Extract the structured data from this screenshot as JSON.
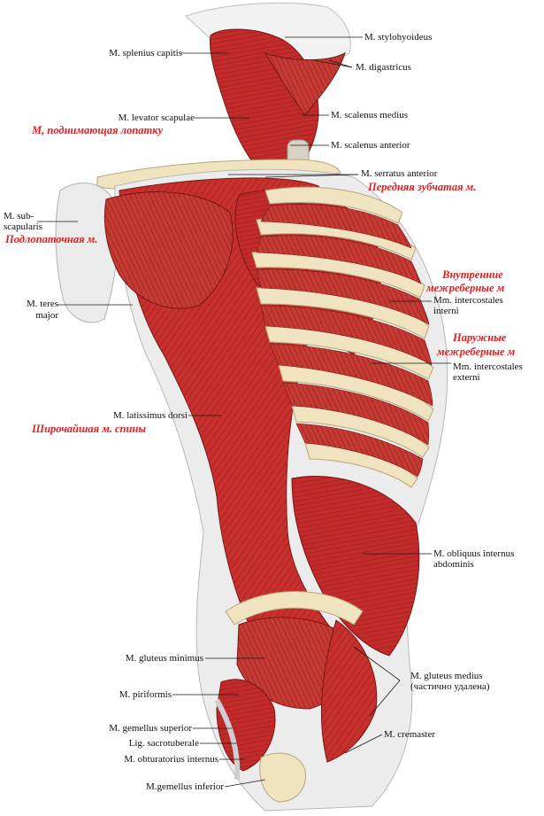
{
  "labels": {
    "stylohyoideus": "M. stylohyoideus",
    "splenius_capitis": "M. splenius capitis",
    "digastricus": "M. digastricus",
    "levator_scapulae": "M. levator scapulae",
    "scalenus_medius": "M. scalenus medius",
    "scalenus_anterior": "M. scalenus anterior",
    "serratus_anterior": "M. serratus anterior",
    "subscapularis_1": "M. sub-",
    "subscapularis_2": "scapularis",
    "teres_major_1": "M. teres",
    "teres_major_2": "major",
    "intercostales_interni_1": "Mm. intercostales",
    "intercostales_interni_2": "interni",
    "intercostales_externi_1": "Mm. intercostales",
    "intercostales_externi_2": "externi",
    "latissimus_dorsi": "M. latissimus dorsi",
    "obliquus_internus_1": "M. obliquus internus",
    "obliquus_internus_2": "abdominis",
    "gluteus_minimus": "M. gluteus minimus",
    "piriformis": "M. piriformis",
    "gluteus_medius_1": "M. gluteus medius",
    "gluteus_medius_2": "(частично удалена)",
    "gemellus_superior": "M. gemellus superior",
    "sacrotuberale": "Lig. sacrotuberale",
    "obturatorius_internus": "M. obturatorius internus",
    "cremaster": "M. cremaster",
    "gemellus_inferior": "M.gemellus inferior"
  },
  "russian_labels": {
    "levator": "М, поднимающая лопатку",
    "serratus": "Передняя зубчатая м.",
    "subscapular": "Подлопаточная м.",
    "internal_1": "Внутренние",
    "internal_2": "межреберные м",
    "external_1": "Наружные",
    "external_2": "межреберные м",
    "latissimus": "Широчайшая м. спины"
  },
  "colors": {
    "muscle": "#c8302e",
    "muscle_dark": "#8e1b1a",
    "bone": "#efe3c0",
    "tendon": "#e6e6e6",
    "russian_label": "#e41e20"
  }
}
